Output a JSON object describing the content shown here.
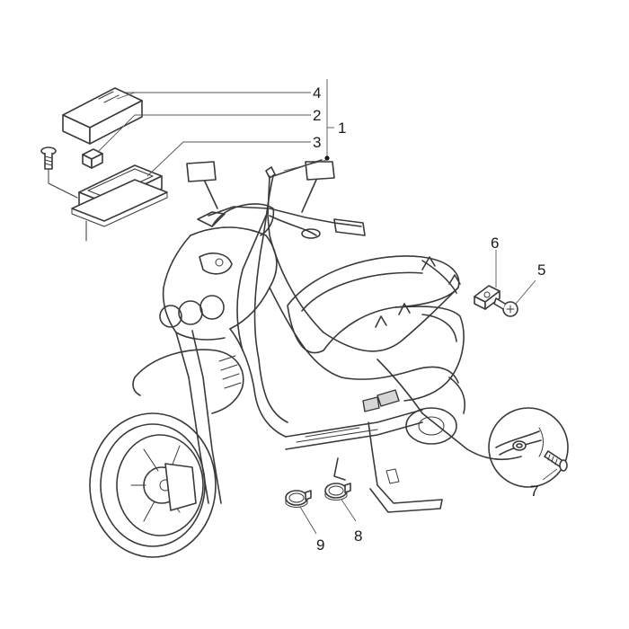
{
  "diagram": {
    "type": "exploded parts diagram",
    "subject": "scooter wiring harness",
    "line_color": "#3a3a3a",
    "background": "#ffffff"
  },
  "callouts": {
    "c1": "1",
    "c2": "2",
    "c3": "3",
    "c4": "4",
    "c5": "5",
    "c6": "6",
    "c7": "7",
    "c8": "8",
    "c9": "9"
  }
}
